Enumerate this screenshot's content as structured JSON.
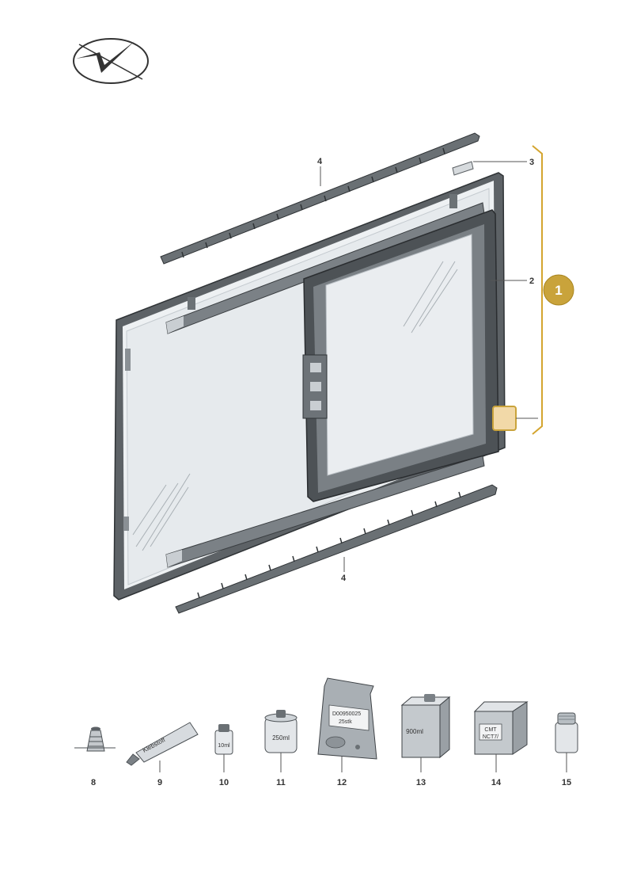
{
  "logo": {
    "name": "checkmark-logo"
  },
  "assembly": {
    "badge_label": "1",
    "badge_color": "#C9A33B",
    "bracket_color": "#D4A52F",
    "highlight_color": "#F2D9A8"
  },
  "callouts": {
    "seal_strip_top": "4",
    "clip": "3",
    "sliding_window": "2",
    "seal_strip_bottom": "4"
  },
  "products": {
    "p8": {
      "number": "8"
    },
    "p9": {
      "number": "9",
      "label": "Klebstoff"
    },
    "p10": {
      "number": "10",
      "label": "10ml"
    },
    "p11": {
      "number": "11",
      "label": "250ml"
    },
    "p12": {
      "number": "12",
      "label_line1": "D00950025",
      "label_line2": "25stk"
    },
    "p13": {
      "number": "13",
      "label": "900ml"
    },
    "p14": {
      "number": "14",
      "label_line1": "CMT",
      "label_line2": "NCT7/"
    },
    "p15": {
      "number": "15"
    }
  }
}
